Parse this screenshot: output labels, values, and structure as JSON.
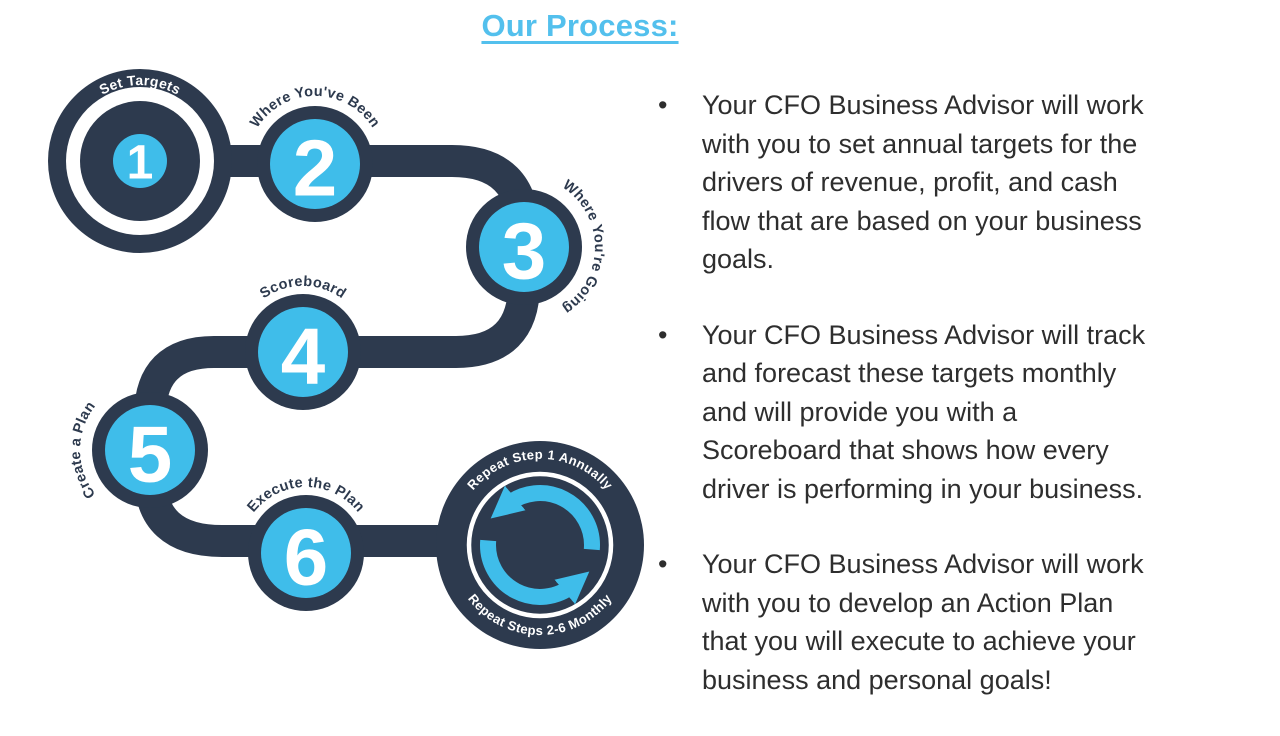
{
  "title": "Our Process:",
  "colors": {
    "navy": "#2d3a4e",
    "step_blue": "#3fbdea",
    "title_blue": "#53c0ed",
    "body_text": "#2e2e2e",
    "background": "#ffffff"
  },
  "process": {
    "steps": [
      {
        "number": "1",
        "label": "Set Targets"
      },
      {
        "number": "2",
        "label": "Where You've Been"
      },
      {
        "number": "3",
        "label": "Where You're Going"
      },
      {
        "number": "4",
        "label": "Scoreboard"
      },
      {
        "number": "5",
        "label": "Create a Plan"
      },
      {
        "number": "6",
        "label": "Execute the Plan"
      }
    ],
    "repeat_top": "Repeat Step 1 Annually",
    "repeat_bottom": "Repeat Steps 2-6 Monthly",
    "icons": [
      "target-icon",
      "recycle-arrows-icon"
    ]
  },
  "bullets": [
    {
      "lines": [
        "Your CFO Business Advisor will work",
        "with you to set annual targets for the",
        "drivers of revenue, profit, and cash",
        "flow that are based on your business",
        "goals."
      ]
    },
    {
      "lines": [
        "Your CFO Business Advisor will track",
        "and forecast these targets monthly",
        "and will provide you with a",
        "Scoreboard that shows how every",
        "driver is performing in your business."
      ]
    },
    {
      "lines": [
        "Your CFO Business Advisor will work",
        "with you to develop an Action Plan",
        "that you will execute to achieve your",
        "business and personal goals!"
      ]
    }
  ]
}
